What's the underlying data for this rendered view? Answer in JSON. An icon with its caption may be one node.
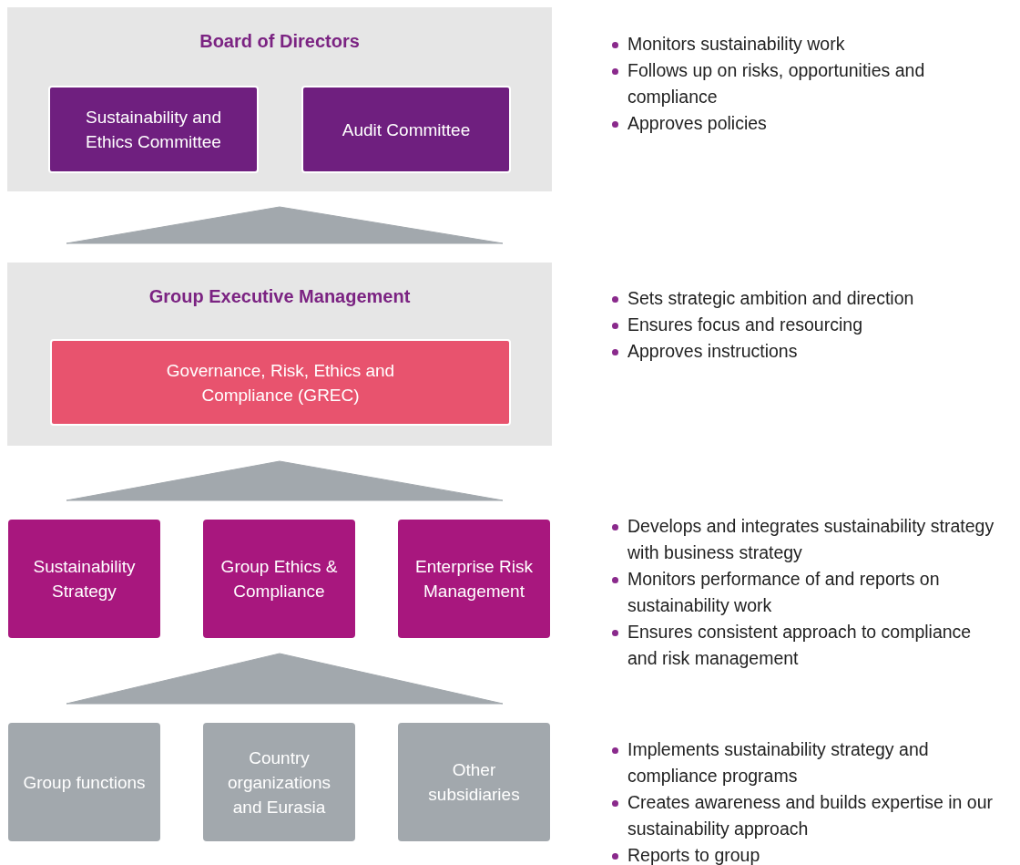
{
  "diagram": {
    "nodes": [
      {
        "text": [
          "Board of Directors"
        ],
        "beside": [
          "Monitors sustainability work",
          "Follows up on risks, opportunities and compliance",
          "Approves policies"
        ]
      },
      {
        "text": [
          "Sustainability and Ethics Committee"
        ],
        "in": 0
      },
      {
        "text": [
          "Audit Committee"
        ],
        "in": 0
      },
      {
        "text": [
          "Group Executive Management"
        ],
        "beside": [
          "Sets strategic ambition and direction",
          "Ensures focus and resourcing",
          "Approves instructions"
        ]
      },
      {
        "text": [
          "Governance, Risk, Ethics and Compliance (GREC)"
        ],
        "in": 3
      },
      {
        "text": [
          "Sustainability Strategy"
        ]
      },
      {
        "text": [
          "Group Ethics & Compliance"
        ]
      },
      {
        "text": [
          "Enterprise Risk Management"
        ],
        "beside": [
          "Develops and integrates sustainability strategy with business strategy",
          "Monitors performance of and reports on sustainability work",
          "Ensures consistent approach to compliance and risk management"
        ]
      },
      {
        "text": [
          "Group functions"
        ]
      },
      {
        "text": [
          "Country organizations and Eurasia"
        ]
      },
      {
        "text": [
          "Other subsidiaries"
        ],
        "beside": [
          "Implements sustainability strategy and compliance programs",
          "Creates awareness and builds expertise in our sustainability approach",
          "Reports to group"
        ]
      }
    ],
    "edges": [
      {
        "from": 3,
        "to": 0,
        "arrow": "to"
      },
      {
        "from": 6,
        "to": 3,
        "arrow": "to"
      },
      {
        "from": 9,
        "to": 6,
        "arrow": "to"
      }
    ]
  }
}
